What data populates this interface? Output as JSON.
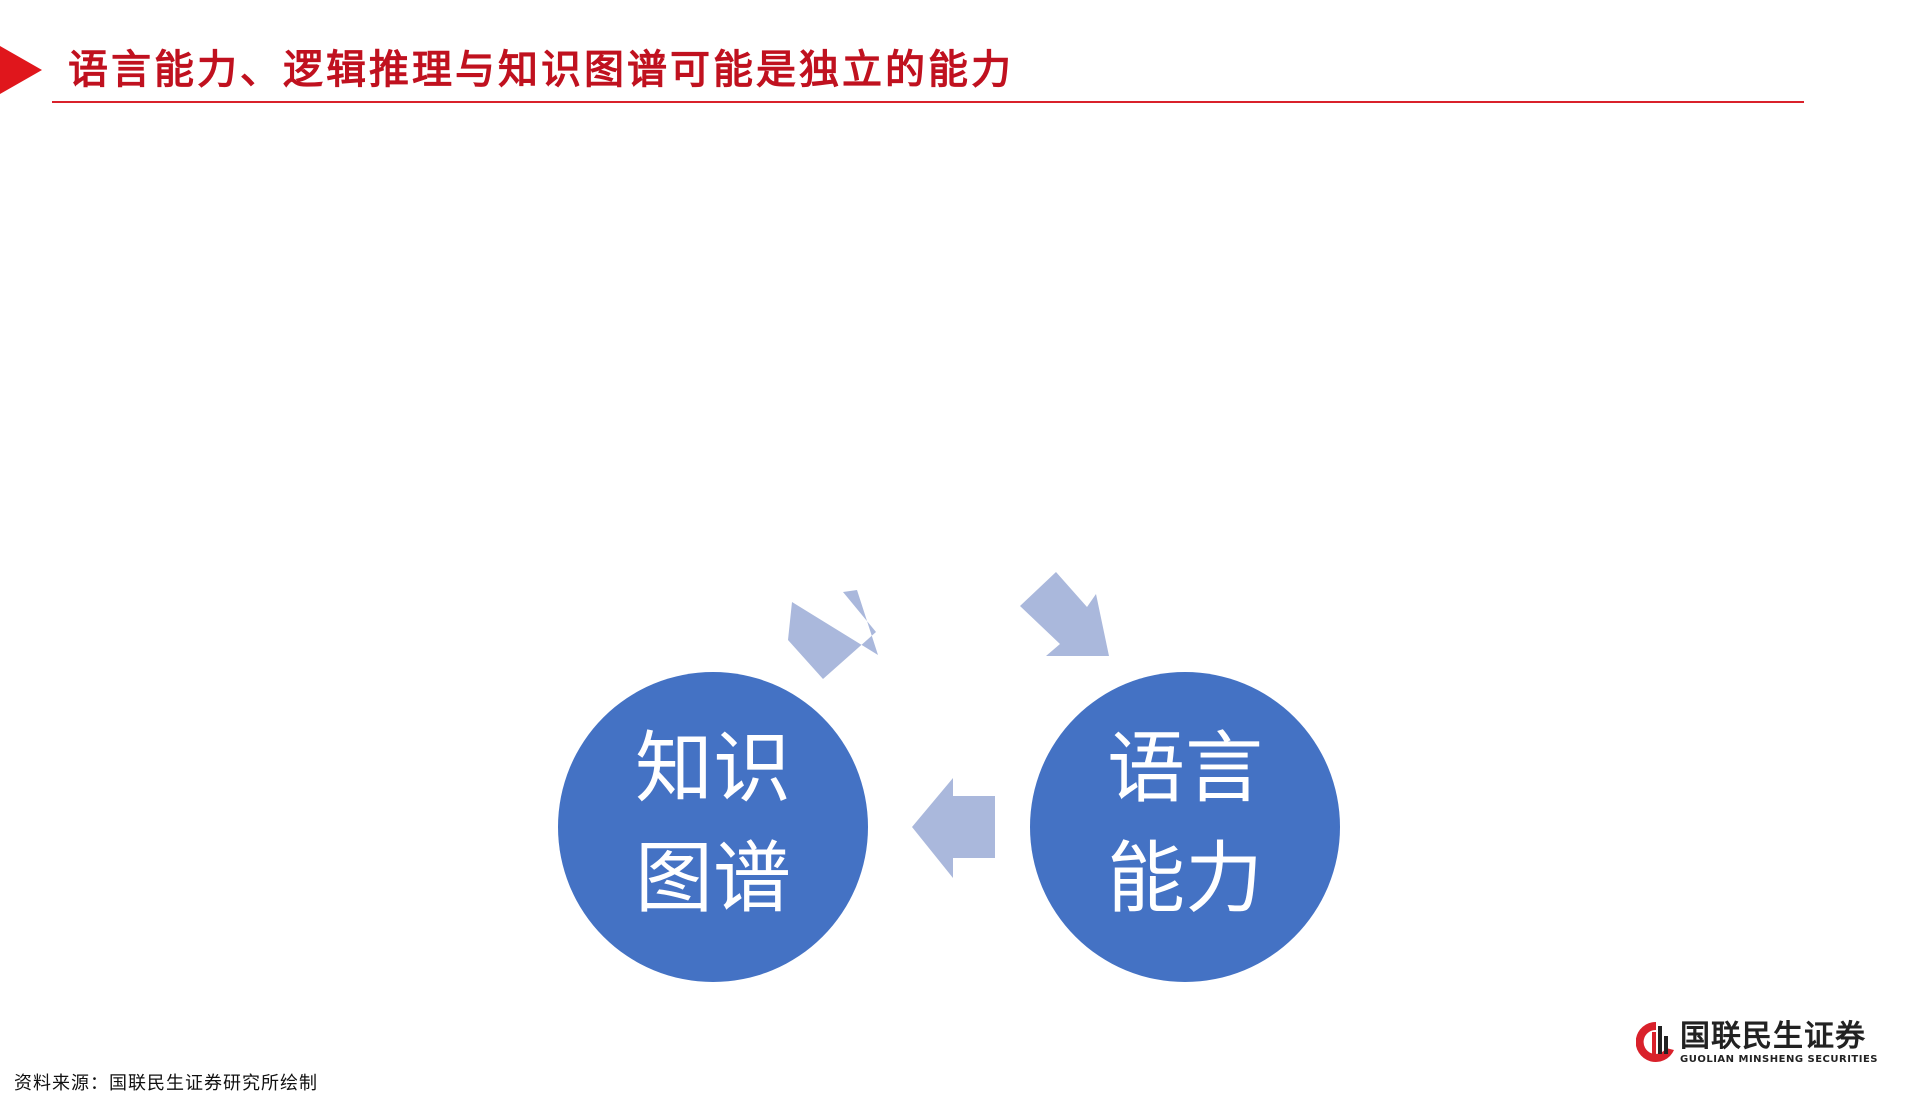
{
  "title": "语言能力、逻辑推理与知识图谱可能是独立的能力",
  "diagram": {
    "nodes": [
      {
        "id": "knowledge-graph",
        "line1": "知识",
        "line2": "图谱"
      },
      {
        "id": "language-ability",
        "line1": "语言",
        "line2": "能力"
      }
    ],
    "arrow_color": "#aab8dc",
    "node_color": "#4472c4"
  },
  "source_note": "资料来源：国联民生证券研究所绘制",
  "logo": {
    "name": "国联民生证券",
    "subtitle": "GUOLIAN MINSHENG SECURITIES",
    "accent_color": "#d9212b"
  },
  "colors": {
    "title": "#c0111f",
    "rule": "#d9212b"
  }
}
